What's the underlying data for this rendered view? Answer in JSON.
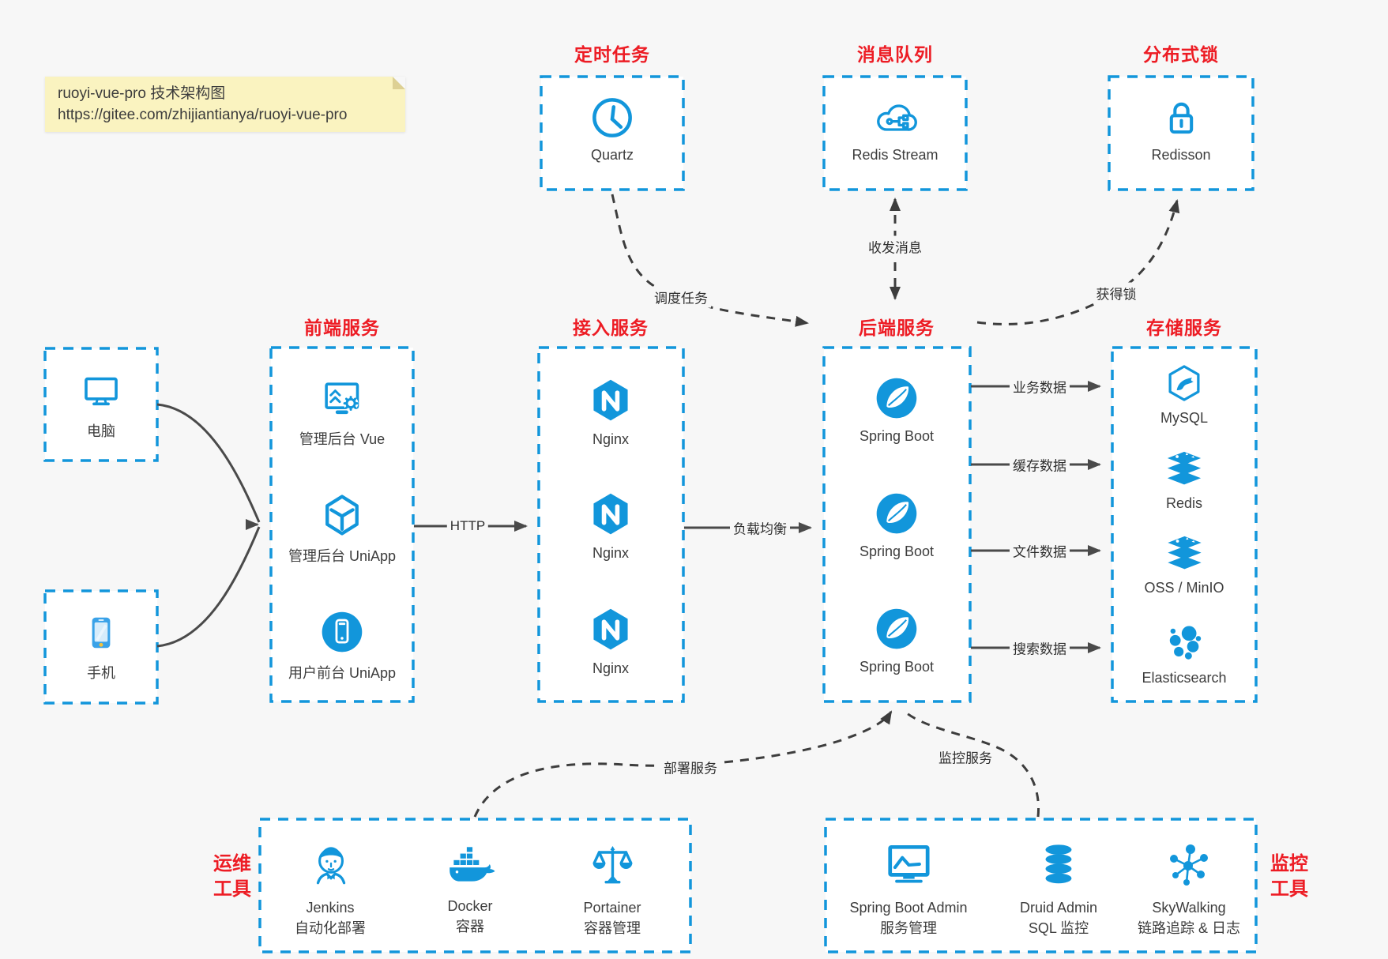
{
  "note": {
    "line1": "ruoyi-vue-pro 技术架构图",
    "line2": "https://gitee.com/zhijiantianya/ruoyi-vue-pro"
  },
  "colors": {
    "accent_blue": "#1296db",
    "title_red": "#ed1c24",
    "arrow_dark": "#4a4a4a",
    "note_bg": "#faf3c0",
    "box_fill": "#ffffff",
    "page_bg": "#f7f7f7"
  },
  "top_services": [
    {
      "title": "定时任务",
      "icon": "clock-icon",
      "label": "Quartz"
    },
    {
      "title": "消息队列",
      "icon": "cloud-stream-icon",
      "label": "Redis Stream"
    },
    {
      "title": "分布式锁",
      "icon": "lock-icon",
      "label": "Redisson"
    }
  ],
  "clients": [
    {
      "icon": "desktop-icon",
      "label": "电脑"
    },
    {
      "icon": "smartphone-icon",
      "label": "手机"
    }
  ],
  "frontend": {
    "title": "前端服务",
    "items": [
      {
        "icon": "admin-vue-icon",
        "label": "管理后台 Vue"
      },
      {
        "icon": "uniapp-cube-icon",
        "label": "管理后台 UniApp"
      },
      {
        "icon": "uniapp-user-icon",
        "label": "用户前台 UniApp"
      }
    ]
  },
  "gateway": {
    "title": "接入服务",
    "items": [
      {
        "icon": "nginx-icon",
        "label": "Nginx"
      },
      {
        "icon": "nginx-icon",
        "label": "Nginx"
      },
      {
        "icon": "nginx-icon",
        "label": "Nginx"
      }
    ]
  },
  "backend": {
    "title": "后端服务",
    "items": [
      {
        "icon": "spring-boot-icon",
        "label": "Spring Boot"
      },
      {
        "icon": "spring-boot-icon",
        "label": "Spring Boot"
      },
      {
        "icon": "spring-boot-icon",
        "label": "Spring Boot"
      }
    ]
  },
  "storage": {
    "title": "存储服务",
    "items": [
      {
        "icon": "mysql-icon",
        "label": "MySQL"
      },
      {
        "icon": "redis-icon",
        "label": "Redis"
      },
      {
        "icon": "oss-minio-icon",
        "label": "OSS / MinIO"
      },
      {
        "icon": "elasticsearch-icon",
        "label": "Elasticsearch"
      }
    ]
  },
  "ops_tools": {
    "title_line1": "运维",
    "title_line2": "工具",
    "items": [
      {
        "icon": "jenkins-icon",
        "name": "Jenkins",
        "desc": "自动化部署"
      },
      {
        "icon": "docker-icon",
        "name": "Docker",
        "desc": "容器"
      },
      {
        "icon": "portainer-icon",
        "name": "Portainer",
        "desc": "容器管理"
      }
    ]
  },
  "monitor_tools": {
    "title_line1": "监控",
    "title_line2": "工具",
    "items": [
      {
        "icon": "spring-boot-admin-icon",
        "name": "Spring Boot Admin",
        "desc": "服务管理"
      },
      {
        "icon": "druid-icon",
        "name": "Druid Admin",
        "desc": "SQL 监控"
      },
      {
        "icon": "skywalking-icon",
        "name": "SkyWalking",
        "desc": "链路追踪 & 日志"
      }
    ]
  },
  "edges": {
    "http": "HTTP",
    "load_balance": "负载均衡",
    "schedule_task": "调度任务",
    "send_receive_message": "收发消息",
    "acquire_lock": "获得锁",
    "business_data": "业务数据",
    "cache_data": "缓存数据",
    "file_data": "文件数据",
    "search_data": "搜索数据",
    "deploy_service": "部署服务",
    "monitor_service": "监控服务"
  }
}
